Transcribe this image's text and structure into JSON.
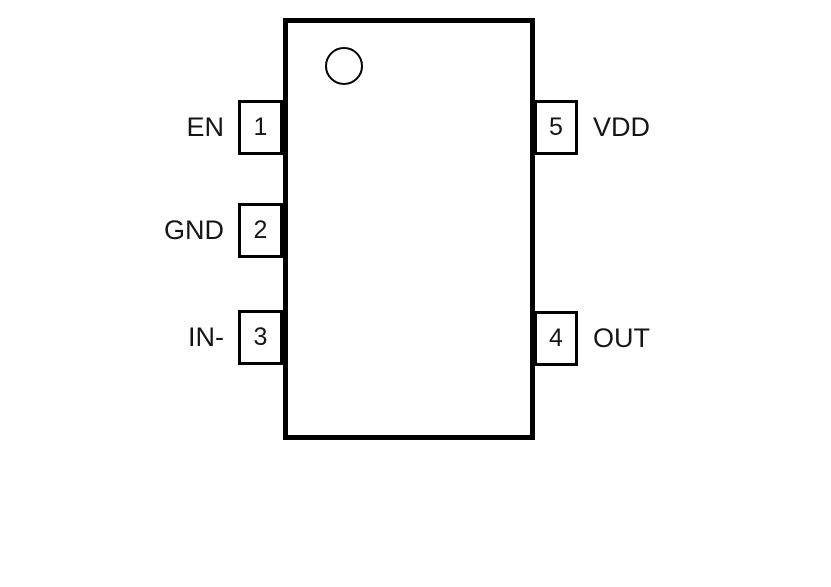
{
  "diagram": {
    "type": "ic-package-pinout",
    "colors": {
      "line": "#000000",
      "background": "#ffffff"
    },
    "pins": {
      "left": [
        {
          "number": "1",
          "label": "EN"
        },
        {
          "number": "2",
          "label": "GND"
        },
        {
          "number": "3",
          "label": "IN-"
        }
      ],
      "right": [
        {
          "number": "5",
          "label": "VDD"
        },
        {
          "number": "4",
          "label": "OUT"
        }
      ]
    }
  }
}
